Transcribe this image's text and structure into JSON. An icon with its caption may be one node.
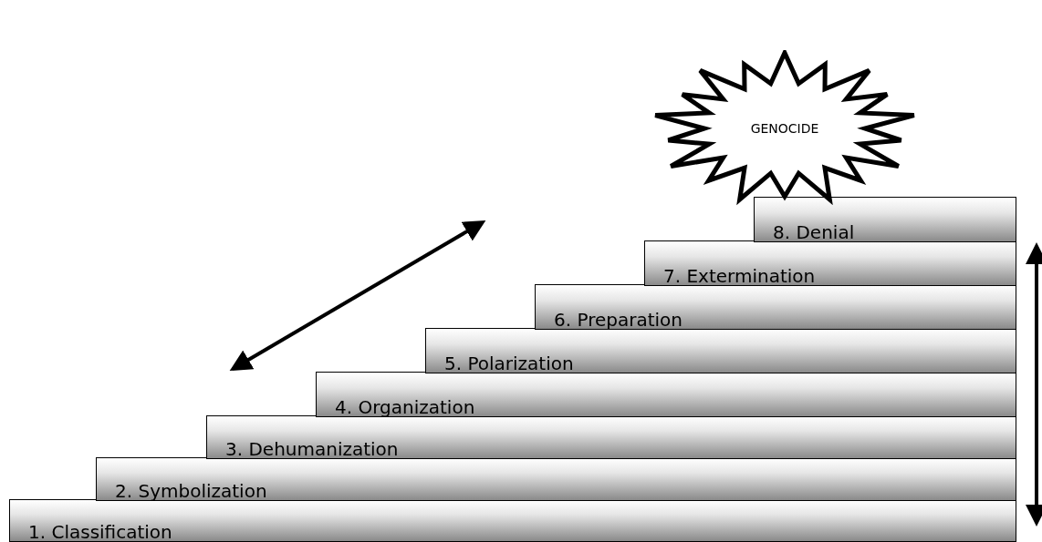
{
  "diagram": {
    "nodes": [
      {
        "text": [
          "GENOCIDE"
        ]
      },
      {
        "text": [
          "8. Denial"
        ]
      },
      {
        "text": [
          "7. Extermination"
        ]
      },
      {
        "text": [
          "6. Preparation"
        ]
      },
      {
        "text": [
          "5. Polarization"
        ]
      },
      {
        "text": [
          "4. Organization"
        ]
      },
      {
        "text": [
          "3. Dehumanization"
        ]
      },
      {
        "text": [
          "2. Symbolization"
        ]
      },
      {
        "text": [
          "1. Classification"
        ]
      }
    ],
    "edges": [
      {
        "from": 1,
        "to": 8,
        "arrow": "both"
      }
    ]
  }
}
